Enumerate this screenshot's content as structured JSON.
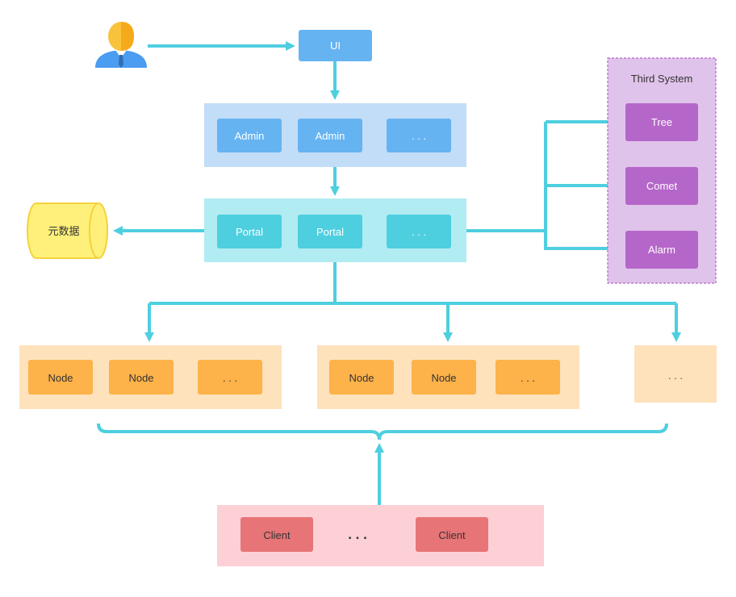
{
  "ui": {
    "label": "UI"
  },
  "admin": {
    "items": [
      "Admin",
      "Admin",
      ". . ."
    ]
  },
  "portal": {
    "items": [
      "Portal",
      "Portal",
      ". . ."
    ]
  },
  "metadata": {
    "label": "元数据"
  },
  "third_system": {
    "title": "Third System",
    "items": [
      "Tree",
      "Comet",
      "Alarm"
    ]
  },
  "node_groups": {
    "group1": [
      "Node",
      "Node",
      ". . ."
    ],
    "group2": [
      "Node",
      "Node",
      ". . ."
    ],
    "group3": ". . ."
  },
  "client": {
    "items": [
      "Client",
      "Client"
    ],
    "ellipsis": ". . ."
  },
  "colors": {
    "arrow": "#4ecfe0",
    "ui_box": "#66b3f2",
    "admin_bg": "#c2ddf7",
    "admin_box": "#66b3f2",
    "portal_bg": "#b1ecf2",
    "portal_box": "#4ecfe0",
    "third_bg": "#e0c3ea",
    "third_border": "#b366c9",
    "third_box": "#b566c9",
    "node_bg": "#fde2bc",
    "node_box": "#fdb24a",
    "client_bg": "#fdd0d6",
    "client_box": "#e77476",
    "db_fill": "#fef07a",
    "db_stroke": "#f5d23d",
    "user_head": "#f8c23a",
    "user_body": "#4a9df0"
  }
}
